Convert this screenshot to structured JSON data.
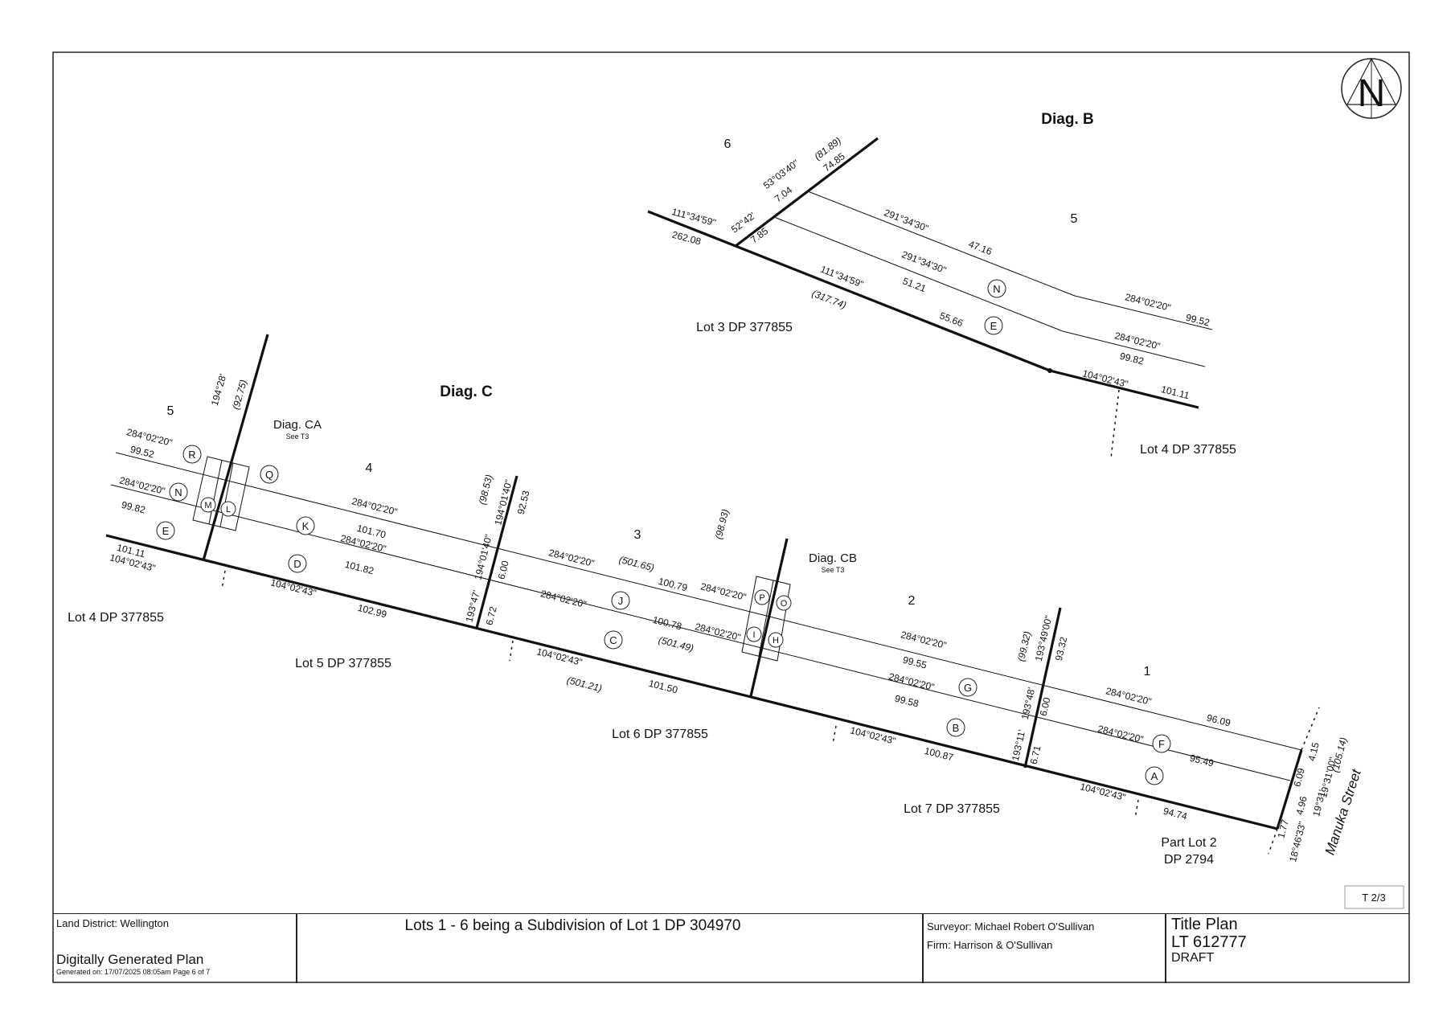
{
  "diagrams": {
    "diag_b": {
      "title": "Diag. B"
    },
    "diag_c": {
      "title": "Diag. C"
    },
    "diag_ca": {
      "title": "Diag. CA",
      "note": "See T3"
    },
    "diag_cb": {
      "title": "Diag. CB",
      "note": "See T3"
    }
  },
  "north_symbol": {
    "icon": "north-arrow-icon",
    "letter": "N"
  },
  "parcels": {
    "b_lot6": "6",
    "b_lot5": "5",
    "b_lot3dp": "Lot 3 DP 377855",
    "b_lot4dp": "Lot 4 DP 377855",
    "c_lot5": "5",
    "c_lot4": "4",
    "c_lot3": "3",
    "c_lot2": "2",
    "c_lot1": "1",
    "c_lot4dp": "Lot 4 DP 377855",
    "c_lot5dp": "Lot 5 DP 377855",
    "c_lot6dp": "Lot 6 DP 377855",
    "c_lot7dp": "Lot 7 DP 377855",
    "part_lot2_a": "Part Lot 2",
    "part_lot2_b": "DP 2794",
    "street": "Manuka Street"
  },
  "easement_letters": {
    "b_n": "N",
    "b_e": "E",
    "r": "R",
    "q": "Q",
    "n": "N",
    "m": "M",
    "l": "L",
    "e": "E",
    "k": "K",
    "d": "D",
    "j": "J",
    "c": "C",
    "p": "P",
    "o": "O",
    "i": "I",
    "h": "H",
    "g": "G",
    "b": "B",
    "f": "F",
    "a": "A"
  },
  "diag_b_labels": {
    "brg_a": "111°34'59\"",
    "dist_a": "262.08",
    "brg_b": "52°42'",
    "dist_b": "7.85",
    "brg_c": "53°03'40\"",
    "dist_c": "7.04",
    "dist_c2": "(81.89)",
    "dist_c3": "74.85",
    "brg_d": "291°34'30\"",
    "dist_d": "47.16",
    "brg_e": "291°34'30\"",
    "dist_e": "51.21",
    "brg_f": "111°34'59\"",
    "dist_f": "(317.74)",
    "dist_f2": "55.66",
    "brg_g": "284°02'20\"",
    "dist_g": "99.52",
    "brg_h": "284°02'20\"",
    "dist_h": "99.82",
    "brg_i": "104°02'43\"",
    "dist_i": "101.11"
  },
  "diag_c_labels": {
    "w_brg1": "284°02'20\"",
    "w_dist1": "99.52",
    "w_brg2": "284°02'20\"",
    "w_dist2": "99.82",
    "w_dist3": "101.11",
    "w_brg3": "104°02'43\"",
    "v_brg1": "194°28'",
    "v_dist1": "(92.75)",
    "k_brg": "284°02'20\"",
    "k_dist": "101.70",
    "d_brg": "284°02'20\"",
    "d_dist": "101.82",
    "s_brg1": "104°02'43\"",
    "s_dist1": "102.99",
    "v2_a": "(98.53)",
    "v2_b": "194°01'40\"",
    "v2_c": "92.53",
    "v2_d": "194°01'40\"",
    "v2_e": "6.00",
    "v2_f": "193°47'",
    "v2_g": "6.72",
    "j_brg": "284°02'20\"",
    "j_dist": "(501.65)",
    "j_dist2": "100.79",
    "j_brg2": "284°02'20\"",
    "c_brg": "284°02'20\"",
    "c_dist": "100.78",
    "c_brg2": "284°02'20\"",
    "c_dist2": "(501.49)",
    "s_brg2": "104°02'43\"",
    "s_dist2": "(501.21)",
    "s_dist2b": "101.50",
    "v3_a": "(98.93)",
    "g_brg": "284°02'20\"",
    "g_dist": "99.55",
    "b_brg": "284°02'20\"",
    "b_dist": "99.58",
    "v4_a": "(99.32)",
    "v4_b": "193°49'00\"",
    "v4_c": "93.32",
    "v4_d": "193°48'",
    "v4_e": "6.00",
    "v4_f": "193°11'",
    "v4_g": "6.71",
    "s_brg3": "104°02'43\"",
    "s_dist3": "100.87",
    "f_brg1": "284°02'20\"",
    "f_dist1": "96.09",
    "f_brg2": "284°02'20\"",
    "f_dist2": "95.49",
    "s_brg4": "104°02'43\"",
    "s_dist4": "94.74",
    "e_a": "6.09",
    "e_b": "4.15",
    "e_c": "19°31'00\"",
    "e_d": "(105.14)",
    "e_e": "19°31'",
    "e_f": "4.96",
    "e_g": "1.77",
    "e_h": "18°46'33\""
  },
  "sheet_label": "T 2/3",
  "titleblock": {
    "land_district": "Land District: Wellington",
    "digital": "Digitally Generated Plan",
    "generated": "Generated on: 17/07/2025 08:05am Page 6 of 7",
    "description": "Lots 1 - 6 being a Subdivision of Lot 1 DP 304970",
    "surveyor": "Surveyor: Michael Robert O'Sullivan",
    "firm": "Firm: Harrison & O'Sullivan",
    "plan_type": "Title Plan",
    "plan_no": "LT 612777",
    "status": "DRAFT"
  }
}
